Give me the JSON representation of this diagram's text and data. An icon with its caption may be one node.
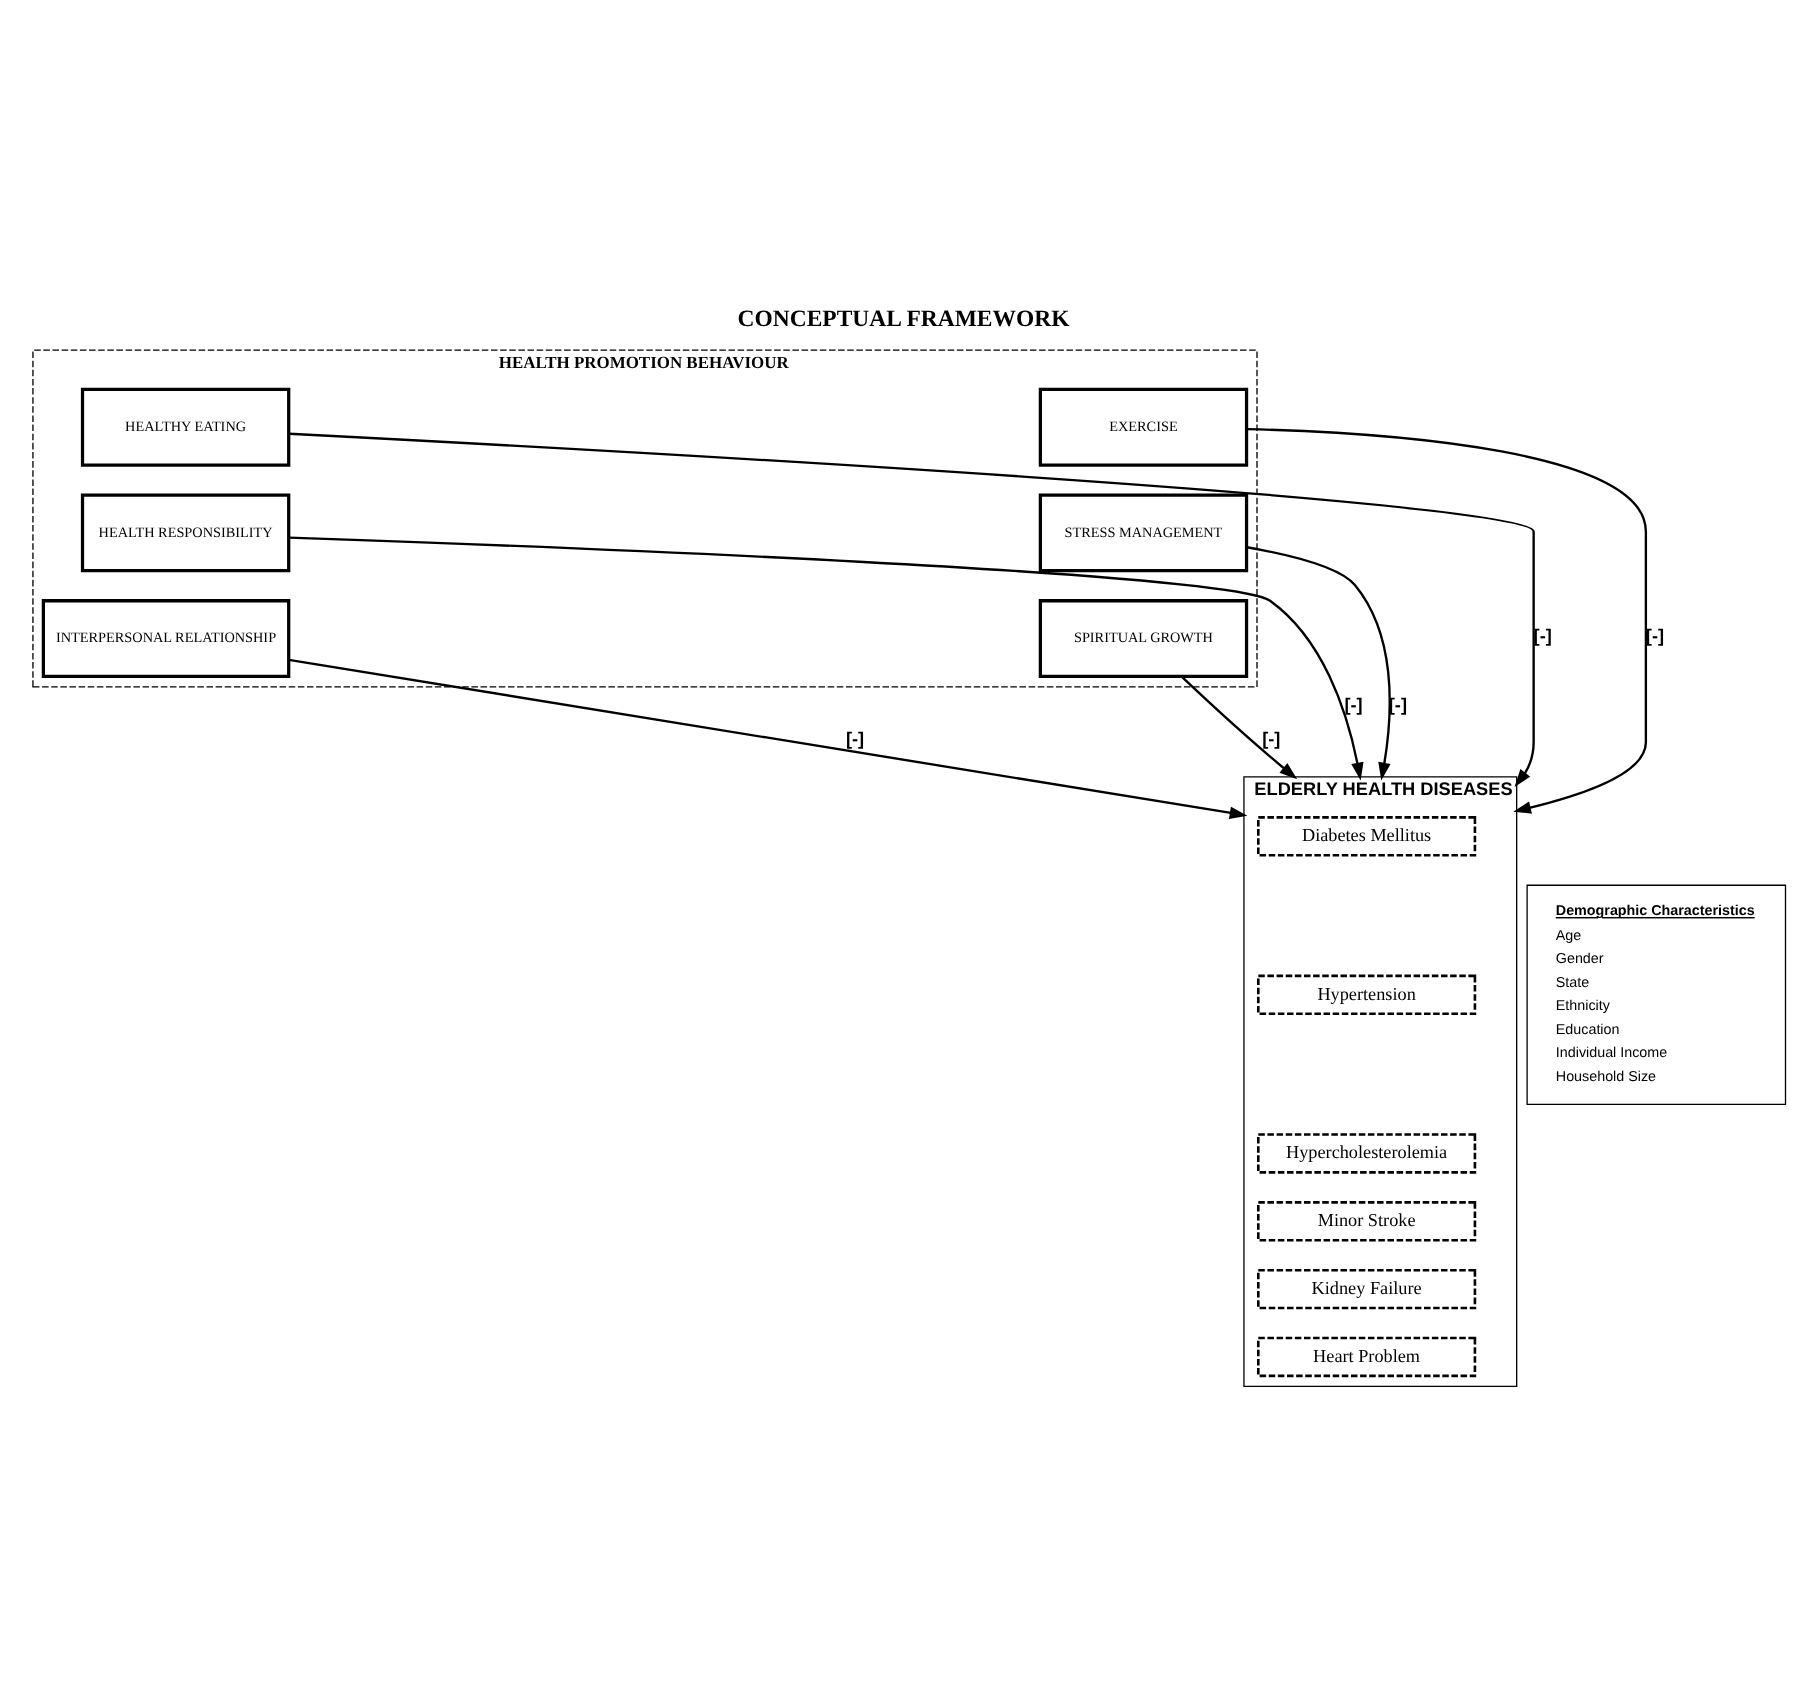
{
  "diagram": {
    "title": "CONCEPTUAL FRAMEWORK",
    "nodes": [
      {
        "text": [
          "HEALTH PROMOTION BEHAVIOUR"
        ]
      },
      {
        "text": [
          "HEALTHY EATING"
        ],
        "in": 0
      },
      {
        "text": [
          "HEALTH RESPONSIBILITY"
        ],
        "in": 0
      },
      {
        "text": [
          "INTERPERSONAL RELATIONSHIP"
        ],
        "in": 0
      },
      {
        "text": [
          "EXERCISE"
        ],
        "in": 0
      },
      {
        "text": [
          "STRESS MANAGEMENT"
        ],
        "in": 0
      },
      {
        "text": [
          "SPIRITUAL GROWTH"
        ],
        "in": 0
      },
      {
        "text": [
          "ELDERLY HEALTH DISEASES"
        ]
      },
      {
        "text": [
          "Diabetes Mellitus"
        ],
        "in": 7
      },
      {
        "text": [
          "Hypertension"
        ],
        "in": 7
      },
      {
        "text": [
          "Hypercholesterolemia"
        ],
        "in": 7
      },
      {
        "text": [
          "Minor Stroke"
        ],
        "in": 7
      },
      {
        "text": [
          "Kidney Failure"
        ],
        "in": 7
      },
      {
        "text": [
          "Heart Problem"
        ],
        "in": 7
      },
      {
        "text": [
          "Demographic Characteristics",
          "Age",
          "Gender",
          "State",
          "Ethnicity",
          "Education",
          "Individual Income",
          "Household Size"
        ]
      }
    ],
    "edges": [
      {
        "from": 1,
        "to": 7,
        "arrow": "to",
        "label": "[-]"
      },
      {
        "from": 2,
        "to": 7,
        "arrow": "to",
        "label": "[-]"
      },
      {
        "from": 3,
        "to": 7,
        "arrow": "to",
        "label": "[-]"
      },
      {
        "from": 4,
        "to": 7,
        "arrow": "to",
        "label": "[-]"
      },
      {
        "from": 5,
        "to": 7,
        "arrow": "to",
        "label": "[-]"
      },
      {
        "from": 6,
        "to": 7,
        "arrow": "to",
        "label": "[-]"
      }
    ]
  }
}
